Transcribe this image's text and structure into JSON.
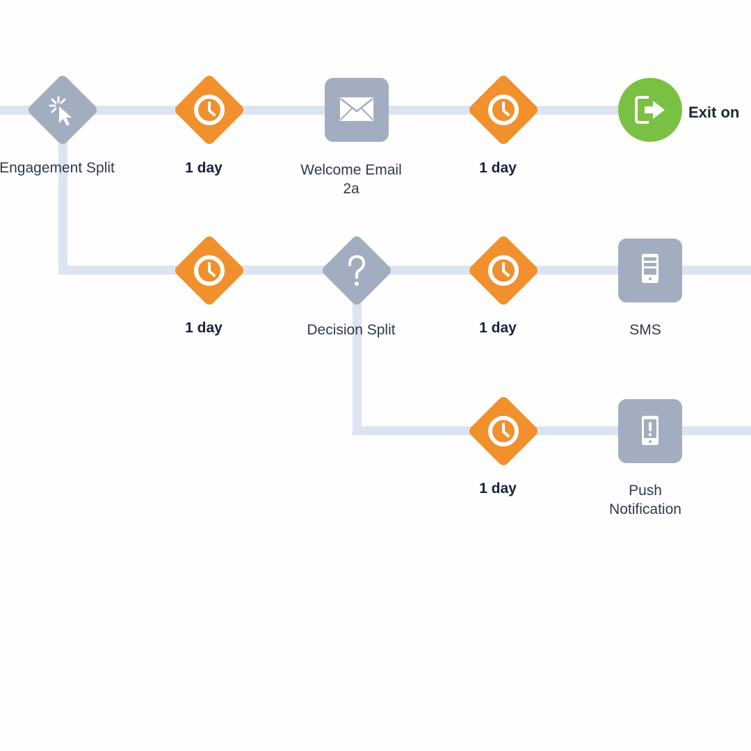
{
  "nodes": {
    "engagement_split": {
      "label": "Engagement Split"
    },
    "wait_row1_a": {
      "label": "1 day"
    },
    "welcome_email": {
      "label": "Welcome Email 2a"
    },
    "wait_row1_b": {
      "label": "1 day"
    },
    "exit": {
      "label": "Exit on"
    },
    "wait_row2_a": {
      "label": "1 day"
    },
    "decision_split": {
      "label": "Decision Split"
    },
    "wait_row2_b": {
      "label": "1 day"
    },
    "sms": {
      "label": "SMS"
    },
    "wait_row3": {
      "label": "1 day"
    },
    "push_notification": {
      "label": "Push Notification"
    }
  },
  "icons": {
    "engagement_split": "cursor-click-icon",
    "wait": "clock-icon",
    "welcome_email": "envelope-icon",
    "exit": "exit-arrow-icon",
    "decision_split": "question-mark-icon",
    "sms": "mobile-phone-icon",
    "push_notification": "mobile-alert-icon"
  },
  "colors": {
    "wait": "#f0912d",
    "activity": "#a3adc0",
    "exit": "#7ac143",
    "connector": "#dbe4f0"
  }
}
